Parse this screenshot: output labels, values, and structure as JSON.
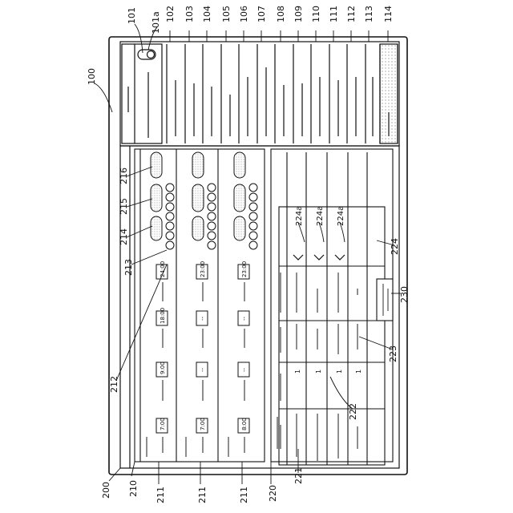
{
  "figure": {
    "ref_top_panel": "100",
    "ref_top_refs": [
      "101",
      "101a",
      "102",
      "103",
      "104",
      "105",
      "106",
      "107",
      "108",
      "109",
      "110",
      "111",
      "112",
      "113",
      "114"
    ],
    "ref_main_panel": "200",
    "ref_pattern_block": "210",
    "ref_pattern_rows": [
      "211",
      "211",
      "211"
    ],
    "ref_time_box": "212",
    "ref_day_button": "213",
    "ref_add_button": "214",
    "ref_copy_button": "215",
    "ref_delete_button": "216",
    "ref_room_block": "220",
    "ref_table_cols": [
      "221",
      "222",
      "223",
      "224"
    ],
    "ref_dropdowns": [
      "224a",
      "224a",
      "224a"
    ],
    "ref_generate_button": "230"
  },
  "pattern_section": {
    "rows": [
      {
        "wake": "7:00",
        "leave": "9:00",
        "return": "18:00",
        "sleep": "24:00"
      },
      {
        "wake": "7:00",
        "leave": "--",
        "return": "--",
        "sleep": "23:00"
      },
      {
        "wake": "8:00",
        "leave": "--",
        "return": "--",
        "sleep": "23:00"
      }
    ]
  },
  "room_table": {
    "household_values": [
      "1",
      "1",
      "1",
      "1"
    ]
  }
}
